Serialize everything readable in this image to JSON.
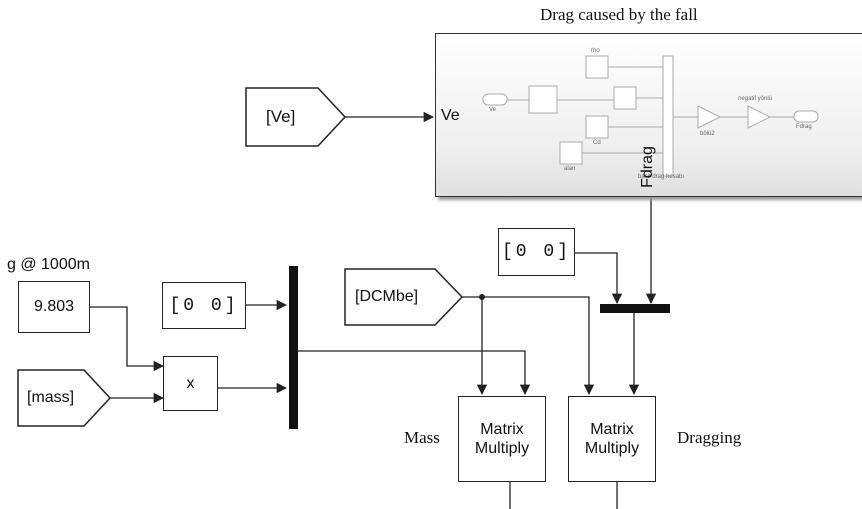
{
  "subsystem": {
    "title": "Drag caused by the fall",
    "input_port": "Ve",
    "output_port": "Fdrag",
    "inner": {
      "ve_port": "Ve",
      "rho": "rho",
      "cd": "Cd",
      "alan": "alan",
      "bolu2": "bölü2",
      "negatif": "negatif yönlü",
      "fdrag": "Fdrag",
      "hesabi": "basit drag hesabı"
    }
  },
  "blocks": {
    "from_ve": "[Ve]",
    "from_dcmbe": "[DCMbe]",
    "from_mass": "[mass]",
    "gravity_label": "g @ 1000m",
    "gravity_value": "9.803",
    "product": "x",
    "const_top": "[0 0]",
    "const_mid": "[0 0]",
    "mm_left_line1": "Matrix",
    "mm_left_line2": "Multiply",
    "mm_right_line1": "Matrix",
    "mm_right_line2": "Multiply",
    "mass_label": "Mass",
    "dragging_label": "Dragging"
  },
  "colors": {
    "line": "#222222",
    "bus": "#111111"
  }
}
